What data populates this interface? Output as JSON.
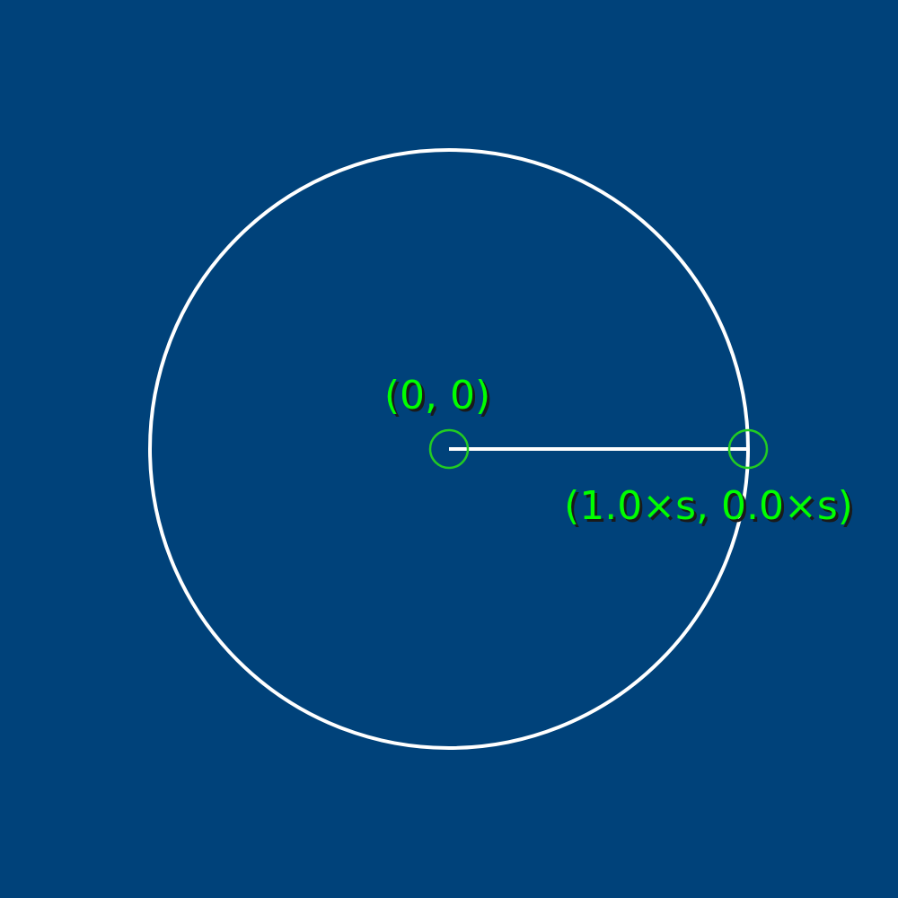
{
  "diagram": {
    "background_color": "#00427a",
    "circle_color": "#ffffff",
    "radius_line_color": "#ffffff",
    "marker_color": "#22cc22",
    "label_color": "#00ff00",
    "label_shadow_color": "#1a1a1a",
    "center_point": {
      "label": "(0, 0)",
      "x": 0,
      "y": 0
    },
    "edge_point": {
      "label": "(1.0×s, 0.0×s)",
      "x": 1.0,
      "y": 0.0
    }
  }
}
